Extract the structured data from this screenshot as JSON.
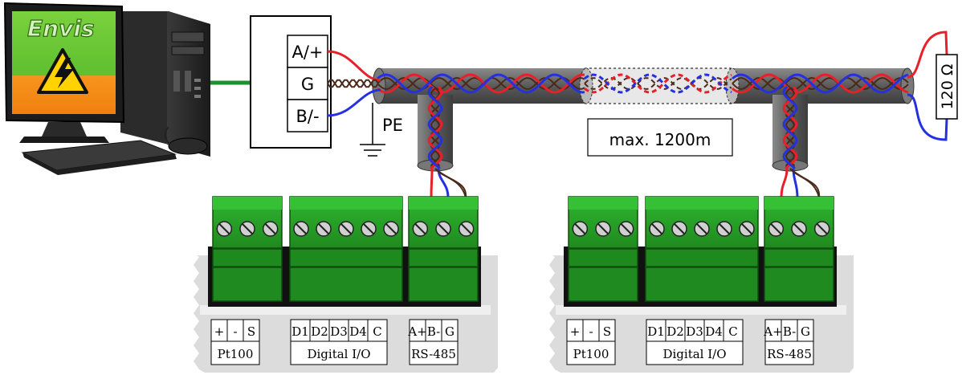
{
  "computer": {
    "brand_text": "Envis",
    "icon": "high-voltage-warning-icon"
  },
  "converter": {
    "terminals": [
      "A/+",
      "G",
      "B/-"
    ]
  },
  "ground_label": "PE",
  "distance_label": "max. 1200m",
  "terminator_label": "120 Ω",
  "devices": [
    {
      "groups": [
        {
          "pins": [
            "+",
            "-",
            "S"
          ],
          "label": "Pt100"
        },
        {
          "pins": [
            "D1",
            "D2",
            "D3",
            "D4",
            "C"
          ],
          "label": "Digital I/O"
        },
        {
          "pins": [
            "A+",
            "B-",
            "G"
          ],
          "label": "RS-485"
        }
      ]
    },
    {
      "groups": [
        {
          "pins": [
            "+",
            "-",
            "S"
          ],
          "label": "Pt100"
        },
        {
          "pins": [
            "D1",
            "D2",
            "D3",
            "D4",
            "C"
          ],
          "label": "Digital I/O"
        },
        {
          "pins": [
            "A+",
            "B-",
            "G"
          ],
          "label": "RS-485"
        }
      ]
    }
  ],
  "colors": {
    "wire_a": "#e8202a",
    "wire_b": "#2531e0",
    "wire_g": "#4a2a1a",
    "cable": "#666666",
    "connector_green": "#2aa82a",
    "usb_link": "#1f8f2f",
    "screen_green": "#6ccf3a",
    "screen_orange": "#f7941d"
  }
}
